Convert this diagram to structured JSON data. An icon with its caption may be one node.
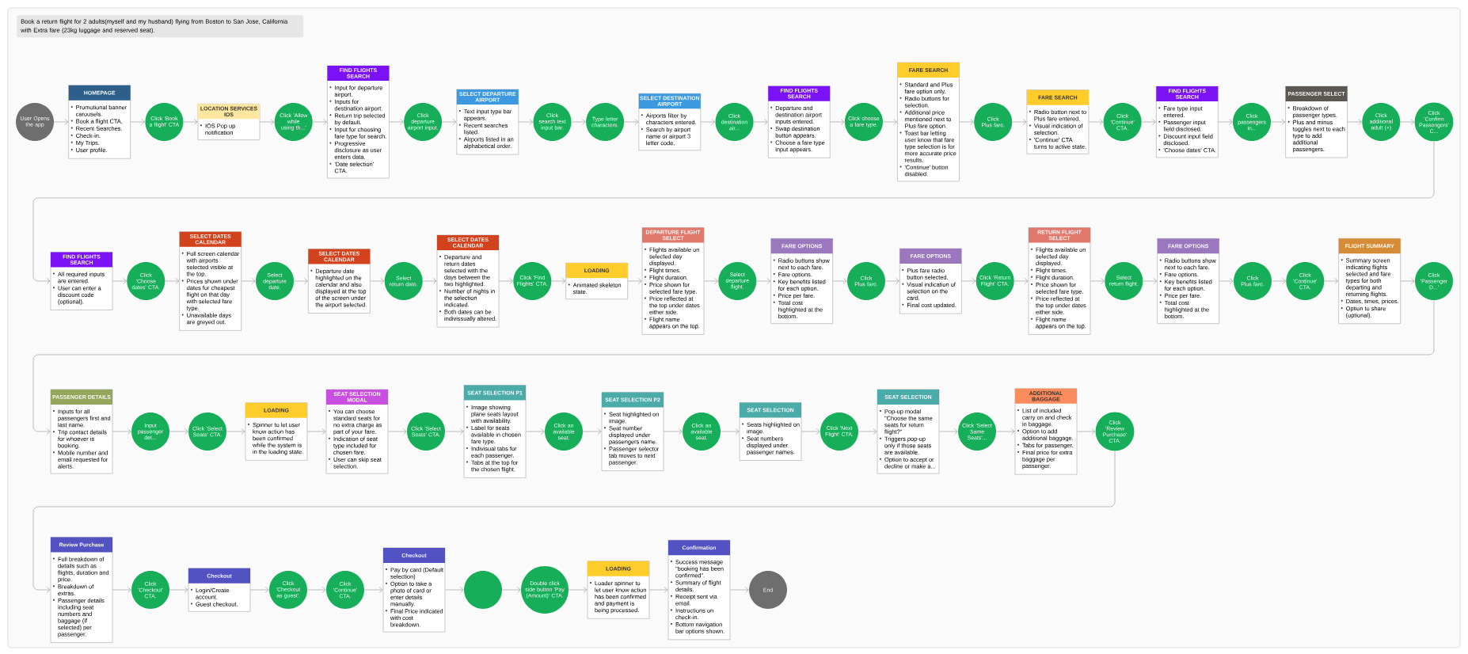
{
  "diagram": {
    "title": "Book a return flight for 2 adults(myself and my husband) flying from Boston to San Jose, California with Extra fare (23kg luggage and reserved seat).",
    "nodes": [
      {
        "text": [
          "User Opens the app"
        ]
      },
      {
        "text": [
          "HOMEPAGE",
          "Promotional banner carousels.",
          "Book a flight CTA.",
          "Recent Searches.",
          "Check-in.",
          "My Trips.",
          "User profile."
        ]
      },
      {
        "text": [
          "Click 'Book a flight' CTA"
        ]
      },
      {
        "text": [
          "LOCATION SERVICES IOS",
          "IOS Pop up notification"
        ]
      },
      {
        "text": [
          "Click 'Allow while using th...'"
        ]
      },
      {
        "text": [
          "FIND FLIGHTS SEARCH",
          "Input for departure airport.",
          "Inputs for destination airport.",
          "Return trip selected by default.",
          "Input for choosing fare type for search.",
          "Progressive disclosure as user enters data.",
          "'Date selection' CTA."
        ]
      },
      {
        "text": [
          "Click departure airport input."
        ]
      },
      {
        "text": [
          "SELECT DEPARTURE AIRPORT",
          "Text input type bar appears.",
          "Recent searches listed.",
          "Airports listed in an alphabetical order."
        ]
      },
      {
        "text": [
          "Click search text input bar."
        ]
      },
      {
        "text": [
          "Type letter characters."
        ]
      },
      {
        "text": [
          "SELECT DESTINATION AIRPORT",
          "Airports filter by characters entered.",
          "Search by airport name or airport 3 letter code."
        ]
      },
      {
        "text": [
          "Click destination air..."
        ]
      },
      {
        "text": [
          "FIND FLIGHTS SEARCH",
          "Departure and destination airport inputs entered.",
          "Swap destination button appears.",
          "Choose a fare type input appears."
        ]
      },
      {
        "text": [
          "Click choose a fare type."
        ]
      },
      {
        "text": [
          "FARE SEARCH",
          "Standard and Plus fare option only.",
          "Radio buttons for selection.",
          "Additional price mentioned next to Plus fare option.",
          "Toast bar letting user know that fare type selection is for more accurate price results.",
          "'Continue' button disabled."
        ]
      },
      {
        "text": [
          "Click Plus fare."
        ]
      },
      {
        "text": [
          "FARE SEARCH",
          "Radio button next to Plus fare entered.",
          "Visual indication of selection.",
          "'Continue' CTA turns to active state."
        ]
      },
      {
        "text": [
          "Click 'Continue' CTA."
        ]
      },
      {
        "text": [
          "FIND FLIGHTS SEARCH",
          "Fare type input entered.",
          "Passenger input field disclosed.",
          "Discount input field disclosed.",
          "'Choose dates' CTA."
        ]
      },
      {
        "text": [
          "Click passengers in..."
        ]
      },
      {
        "text": [
          "PASSENGER SELECT",
          "Breakdown of passenger types.",
          "Plus and minus toggles next to each type to add additional passengers."
        ]
      },
      {
        "text": [
          "Click additional adult (+)"
        ]
      },
      {
        "text": [
          "Click 'Confirm Passengers' C..."
        ]
      },
      {
        "text": [
          "FIND FLIGHTS SEARCH",
          "All required inputs are entered.",
          "User can enter a discount code (optional)."
        ]
      },
      {
        "text": [
          "Click 'Choose dates' CTA."
        ]
      },
      {
        "text": [
          "SELECT DATES CALENDAR",
          "Full screen calendar with airports selected visible at the top.",
          "Prices shown under dates for cheapest flight on that day with selected fare type.",
          "Unavailable days are greyed out."
        ]
      },
      {
        "text": [
          "Select departure date."
        ]
      },
      {
        "text": [
          "SELECT DATES CALENDAR",
          "Departure date highlighted on the calendar and also displayed at the top of the screen under the airport selected."
        ]
      },
      {
        "text": [
          "Select return date."
        ]
      },
      {
        "text": [
          "SELECT DATES CALENDAR",
          "Departure and return dates selected with the days between the two highlighted.",
          "Number of nights in the selection indicated.",
          "Both dates can be indivissually altered."
        ]
      },
      {
        "text": [
          "Click 'Find Flights' CTA."
        ]
      },
      {
        "text": [
          "LOADING",
          "Animated skeleton state."
        ]
      },
      {
        "text": [
          "DEPARTURE FLIGHT SELECT",
          "Flights available on selected day displayed.",
          "Flight times.",
          "Flight duration.",
          "Price shown for selected fare type.",
          "Price reflected at the top under dates either side.",
          "Flight name appears on the top."
        ]
      },
      {
        "text": [
          "Select departure flight."
        ]
      },
      {
        "text": [
          "FARE OPTIONS",
          "Radio buttons show next to each fare.",
          "Fare options.",
          "Key benefits listed for each option.",
          "Price per fare.",
          "Total cost highlighted at the bottom."
        ]
      },
      {
        "text": [
          "Click Plus fare."
        ]
      },
      {
        "text": [
          "FARE OPTIONS",
          "Plus fare radio button selected.",
          "Visual indication of selection on the card.",
          "Final cost updated."
        ]
      },
      {
        "text": [
          "Click 'Return Flight' CTA."
        ]
      },
      {
        "text": [
          "RETURN FLIGHT SELECT",
          "Flights available on selected day displayed.",
          "Flight times.",
          "Flight duration.",
          "Price shown for selected fare type.",
          "Price reflected at the top under dates either side.",
          "Flight name appears on the top."
        ]
      },
      {
        "text": [
          "Select return flight."
        ]
      },
      {
        "text": [
          "FARE OPTIONS",
          "Radio buttons show next to each fare.",
          "Fare options.",
          "Key benefits listed for each option.",
          "Price per fare.",
          "Total cost highlighted at the bottom."
        ]
      },
      {
        "text": [
          "Click Plus fare."
        ]
      },
      {
        "text": [
          "Click 'Continue' CTA."
        ]
      },
      {
        "text": [
          "FLIGHT SUMMARY",
          "Summary screen indicating flights selected and fare types for both departing and returning flights.",
          "Dates, times, prices.",
          "Option to share (optional)."
        ]
      },
      {
        "text": [
          "Click 'Passenger D...'"
        ]
      },
      {
        "text": [
          "PASSENGER DETAILS",
          "Inputs for all passengers first and last name.",
          "Trip contact details for whoever is booking.",
          "Mobile number and email requested for alerts."
        ]
      },
      {
        "text": [
          "Input passenger det..."
        ]
      },
      {
        "text": [
          "Click 'Select Seats' CTA."
        ]
      },
      {
        "text": [
          "LOADING",
          "Spinner to let user know action has been confirmed while the system is in the loading state."
        ]
      },
      {
        "text": [
          "SEAT SELECTION MODAL",
          "You can choose standard seats for no extra charge as part of your fare.",
          "Indication of seat type included for chosen fare.",
          "User can skip seat selection."
        ]
      },
      {
        "text": [
          "Click 'Select Seats' CTA."
        ]
      },
      {
        "text": [
          "SEAT SELECTION P1",
          "Image showing plane seats layout with availability.",
          "Label for seats available in chosen fare type.",
          "Indivisual tabs for each passenger.",
          "Tabs at the top for the chosen flight."
        ]
      },
      {
        "text": [
          "Click an available seat."
        ]
      },
      {
        "text": [
          "SEAT SELECTION P2",
          "Seat highlighted on image.",
          "Seat number displayed under passengers name.",
          "Passenger selector tab moves to next passenger."
        ]
      },
      {
        "text": [
          "Click an available seat."
        ]
      },
      {
        "text": [
          "SEAT SELECTION",
          "Seats highlighted on image.",
          "Seat numbers displayed under passenger names."
        ]
      },
      {
        "text": [
          "Click 'Next Flight' CTA."
        ]
      },
      {
        "text": [
          "SEAT SELECTION",
          "Pop-up modal \"Choose the same seats for return flight?\"",
          "Triggers pop-up only if those seats are available.",
          "Option to accept or decline or make a..."
        ]
      },
      {
        "text": [
          "Click 'Select Same Seats'..."
        ]
      },
      {
        "text": [
          "ADDITIONAL BAGGAGE",
          "List of included carry on and check in baggage.",
          "Option to add additional baggage.",
          "Tabs for passenger.",
          "Final price for extra baggage per passenger."
        ]
      },
      {
        "text": [
          "Click 'Review Purchase' CTA."
        ]
      },
      {
        "text": [
          "Review Purchase",
          "Full breakdown of details such as flights, duration and price.",
          "Breakdown of extras.",
          "Passenger details including seat numbers and baggage (if selected) per passenger."
        ]
      },
      {
        "text": [
          "Click 'Checkout' CTA."
        ]
      },
      {
        "text": [
          "Checkout",
          "Login/Create account.",
          "Guest checkout."
        ]
      },
      {
        "text": [
          "Click 'Checkout as guest'."
        ]
      },
      {
        "text": [
          "Click 'Continue' CTA."
        ]
      },
      {
        "text": [
          "Checkout",
          "Pay by card (Default selection)",
          "Option to take a photo of card or enter details manually.",
          "Final Price indicated with cost breakdown."
        ]
      },
      {
        "text": [],
        "shape": "circle"
      },
      {
        "text": [
          "Double click side button 'Pay (Amount)' CTA."
        ]
      },
      {
        "text": [
          "LOADING",
          "Loader spinner to let user know action has been confirmed and payment is being processed."
        ]
      },
      {
        "text": [
          "Confirmation",
          "Success message \"booking has been confirmed\".",
          "Summary of flight details.",
          "Receipt sent via email.",
          "Instructions on check-in.",
          "Bottom navigation bar options shown."
        ]
      },
      {
        "text": [
          "End"
        ]
      }
    ],
    "edges": [
      {
        "from": 0,
        "to": 1,
        "arrow": "to"
      },
      {
        "from": 1,
        "to": 2,
        "arrow": "to"
      },
      {
        "from": 2,
        "to": 3,
        "arrow": "to"
      },
      {
        "from": 3,
        "to": 4,
        "arrow": "to"
      },
      {
        "from": 4,
        "to": 5,
        "arrow": "to"
      },
      {
        "from": 5,
        "to": 6,
        "arrow": "to"
      },
      {
        "from": 6,
        "to": 7,
        "arrow": "to"
      },
      {
        "from": 7,
        "to": 8,
        "arrow": "to"
      },
      {
        "from": 8,
        "to": 9,
        "arrow": "to"
      },
      {
        "from": 9,
        "to": 10,
        "arrow": "to"
      },
      {
        "from": 10,
        "to": 11,
        "arrow": "to"
      },
      {
        "from": 11,
        "to": 12,
        "arrow": "to"
      },
      {
        "from": 12,
        "to": 13,
        "arrow": "to"
      },
      {
        "from": 13,
        "to": 14,
        "arrow": "to"
      },
      {
        "from": 14,
        "to": 15,
        "arrow": "to"
      },
      {
        "from": 15,
        "to": 16,
        "arrow": "to"
      },
      {
        "from": 16,
        "to": 17,
        "arrow": "to"
      },
      {
        "from": 17,
        "to": 18,
        "arrow": "to"
      },
      {
        "from": 18,
        "to": 19,
        "arrow": "to"
      },
      {
        "from": 19,
        "to": 20,
        "arrow": "to"
      },
      {
        "from": 20,
        "to": 21,
        "arrow": "to"
      },
      {
        "from": 21,
        "to": 22,
        "arrow": "to"
      },
      {
        "from": 22,
        "to": 23,
        "arrow": "to"
      },
      {
        "from": 23,
        "to": 24,
        "arrow": "to"
      },
      {
        "from": 24,
        "to": 25,
        "arrow": "to"
      },
      {
        "from": 25,
        "to": 26,
        "arrow": "to"
      },
      {
        "from": 26,
        "to": 27,
        "arrow": "to"
      },
      {
        "from": 27,
        "to": 28,
        "arrow": "to"
      },
      {
        "from": 28,
        "to": 29,
        "arrow": "to"
      },
      {
        "from": 29,
        "to": 30,
        "arrow": "to"
      },
      {
        "from": 30,
        "to": 31,
        "arrow": "to"
      },
      {
        "from": 31,
        "to": 32,
        "arrow": "to"
      },
      {
        "from": 32,
        "to": 33,
        "arrow": "to"
      },
      {
        "from": 33,
        "to": 34,
        "arrow": "to"
      },
      {
        "from": 34,
        "to": 35,
        "arrow": "to"
      },
      {
        "from": 35,
        "to": 36,
        "arrow": "to"
      },
      {
        "from": 36,
        "to": 37,
        "arrow": "to"
      },
      {
        "from": 37,
        "to": 38,
        "arrow": "to"
      },
      {
        "from": 38,
        "to": 39,
        "arrow": "to"
      },
      {
        "from": 39,
        "to": 40,
        "arrow": "to"
      },
      {
        "from": 40,
        "to": 41,
        "arrow": "to"
      },
      {
        "from": 41,
        "to": 42,
        "arrow": "to"
      },
      {
        "from": 42,
        "to": 43,
        "arrow": "to"
      },
      {
        "from": 43,
        "to": 44,
        "arrow": "to"
      },
      {
        "from": 44,
        "to": 45,
        "arrow": "to"
      },
      {
        "from": 45,
        "to": 46,
        "arrow": "to"
      },
      {
        "from": 46,
        "to": 47,
        "arrow": "to"
      },
      {
        "from": 47,
        "to": 48,
        "arrow": "to"
      },
      {
        "from": 48,
        "to": 49,
        "arrow": "to"
      },
      {
        "from": 49,
        "to": 50,
        "arrow": "to"
      },
      {
        "from": 50,
        "to": 51,
        "arrow": "to"
      },
      {
        "from": 51,
        "to": 52,
        "arrow": "to"
      },
      {
        "from": 52,
        "to": 53,
        "arrow": "to"
      },
      {
        "from": 53,
        "to": 54,
        "arrow": "to"
      },
      {
        "from": 54,
        "to": 55,
        "arrow": "to"
      },
      {
        "from": 55,
        "to": 56,
        "arrow": "to"
      },
      {
        "from": 56,
        "to": 57,
        "arrow": "to"
      },
      {
        "from": 57,
        "to": 58,
        "arrow": "to"
      },
      {
        "from": 58,
        "to": 59,
        "arrow": "to"
      },
      {
        "from": 59,
        "to": 60,
        "arrow": "to"
      },
      {
        "from": 60,
        "to": 61,
        "arrow": "to"
      },
      {
        "from": 61,
        "to": 62,
        "arrow": "to"
      },
      {
        "from": 62,
        "to": 63,
        "arrow": "to"
      },
      {
        "from": 63,
        "to": 64,
        "arrow": "to"
      },
      {
        "from": 64,
        "to": 65,
        "arrow": "to"
      },
      {
        "from": 65,
        "to": 66,
        "arrow": "to"
      },
      {
        "from": 66,
        "to": 67,
        "arrow": "to"
      },
      {
        "from": 67,
        "to": 68,
        "arrow": "to"
      },
      {
        "from": 68,
        "to": 69,
        "arrow": "to"
      },
      {
        "from": 69,
        "to": 70,
        "arrow": "to"
      },
      {
        "from": 70,
        "to": 71,
        "arrow": "to"
      }
    ]
  }
}
